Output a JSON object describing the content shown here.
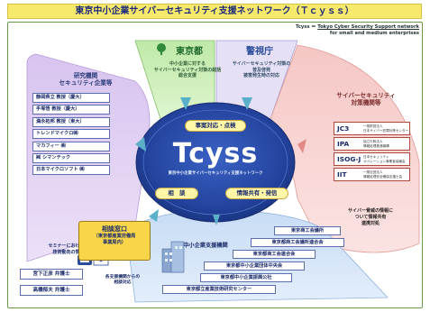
{
  "title": "東京中小企業サイバーセキュリティ支援ネットワーク（Ｔｃｙｓｓ）",
  "legend": {
    "line1_prefix": "Tcyss ＝ ",
    "line1_words": "Tokyo Cyber Security Support network",
    "line2": "for small and medium enterprises"
  },
  "tokyo": {
    "name": "東京都",
    "desc_lines": [
      "中小企業に対する",
      "サイバーセキュリティ対策の総括",
      "総合支援"
    ]
  },
  "police": {
    "name": "警視庁",
    "desc_lines": [
      "サイバーセキュリティ対策の",
      "普及啓発",
      "被害発生時の対応"
    ]
  },
  "research": {
    "heading_lines": [
      "研究機関",
      "セキュリティ企業等"
    ],
    "items": [
      "静岡県立 教授（慶大）",
      "手塚悟 教授（慶大）",
      "満永拓邦 教授（東大）",
      "トレンドマイクロ㈱",
      "マカフィー ㈱",
      "㈱ シマンテック",
      "日本マイクロソフト ㈱"
    ],
    "note_lines": [
      "セミナーにおける講師等",
      "技術動向の情報共有"
    ]
  },
  "security_orgs": {
    "heading_lines": [
      "サイバーセキュリティ",
      "対策機関等"
    ],
    "items": [
      {
        "key": "JC3",
        "desc": [
          "一般財団法人",
          "日本サイバー犯罪対策センター"
        ]
      },
      {
        "key": "IPA",
        "desc": [
          "独立行政法人",
          "情報処理推進機構"
        ]
      },
      {
        "key": "ISOG-J",
        "desc": [
          "日本セキュリティ",
          "オペレーション事業者協議会"
        ]
      },
      {
        "key": "IIT",
        "desc": [
          "一般社団法人",
          "情報処理安全確保支援士会"
        ]
      }
    ],
    "note_lines": [
      "サイバー脅威の情報に",
      "ついて情報共有",
      "連携対処"
    ]
  },
  "center": {
    "word": "Tcyss",
    "subtitle": "東京中小企業サイバーセキュリティ支援ネットワーク",
    "pill_top": "事案対応・点検",
    "pill_left": "相　談",
    "pill_right": "情報共有・発信"
  },
  "consult": {
    "title": "相談窓口",
    "lines": [
      "（東京都産業労働局",
      "事業局内）"
    ]
  },
  "lawyers": [
    "宮下正彦 弁護士",
    "高橋郁夫 弁護士"
  ],
  "consult_note_lines": [
    "各支援機関からの",
    "相談対応"
  ],
  "gov": {
    "heading": "中小企業支援機関",
    "items": [
      "東京商工会議所",
      "東京都商工会議所連合会",
      "東京都商工会連合会",
      "東京都中小企業団体中央会",
      "東京都中小企業振興公社",
      "東京都立産業技術研究センター"
    ]
  }
}
